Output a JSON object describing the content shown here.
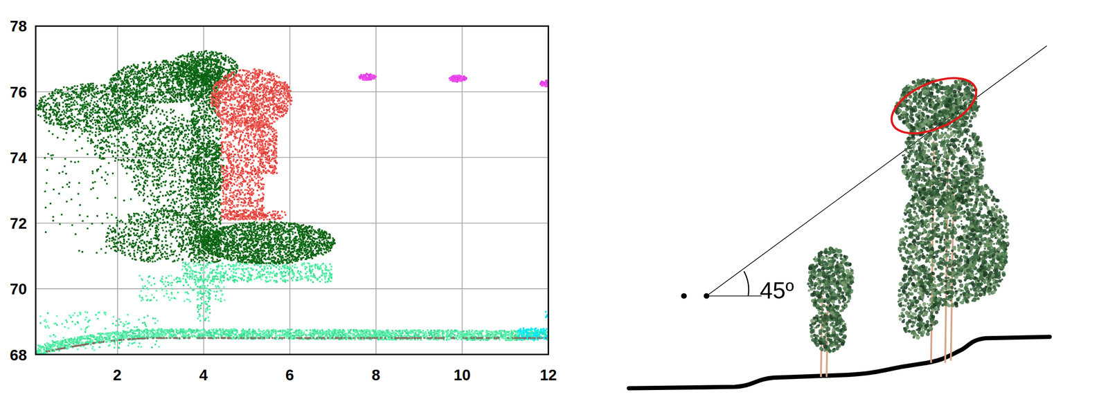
{
  "diagram": {
    "labels": [
      "78",
      "76",
      "74",
      "72",
      "70",
      "68",
      "2",
      "4",
      "6",
      "8",
      "10",
      "12",
      "45º"
    ]
  }
}
